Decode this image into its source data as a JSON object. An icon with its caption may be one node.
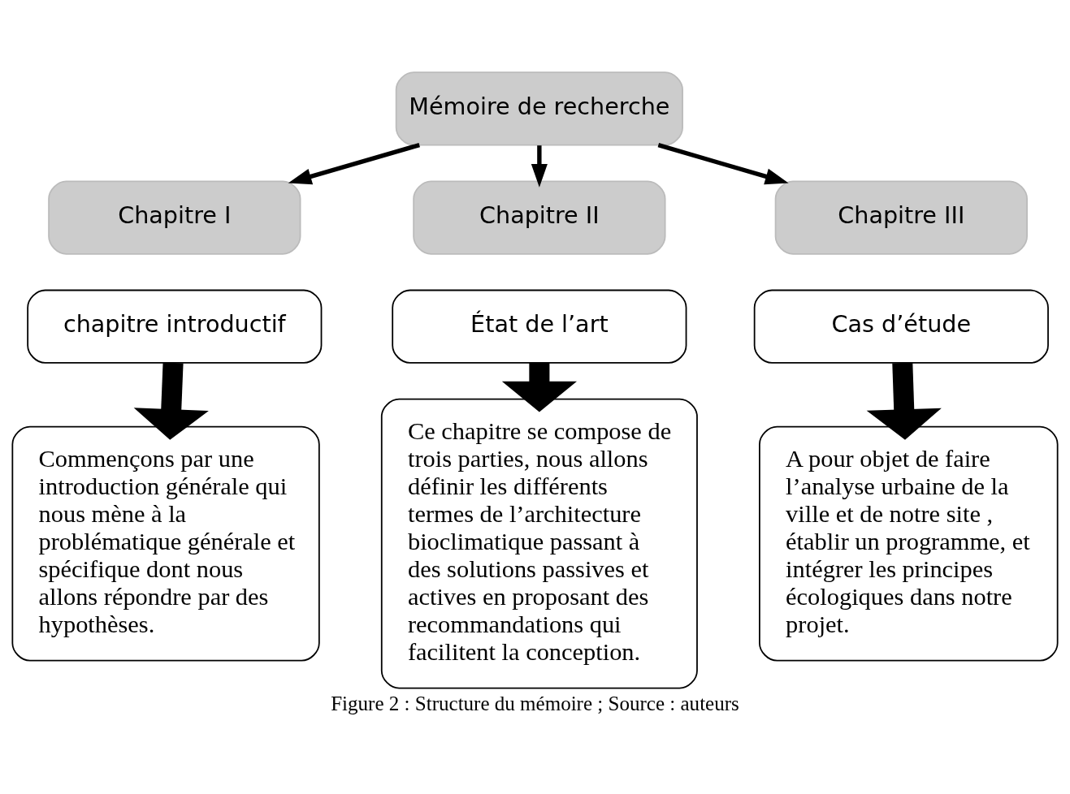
{
  "diagram": {
    "caption": "Figure 2 : Structure du mémoire ; Source : auteurs",
    "nodes": [
      {
        "text": [
          "Mémoire de recherche"
        ]
      },
      {
        "text": [
          "Chapitre I"
        ]
      },
      {
        "text": [
          "Chapitre II"
        ]
      },
      {
        "text": [
          "Chapitre III"
        ]
      },
      {
        "text": [
          "chapitre introductif"
        ]
      },
      {
        "text": [
          "État de l’art"
        ]
      },
      {
        "text": [
          "Cas d’étude"
        ]
      },
      {
        "text": [
          "Commençons par une introduction générale qui nous mène à la problématique générale et spécifique dont nous allons répondre par des hypothèses."
        ]
      },
      {
        "text": [
          "Ce chapitre se compose de trois parties, nous allons définir les différents termes de l’architecture bioclimatique passant à des solutions passives et actives en proposant des recommandations qui facilitent la conception."
        ]
      },
      {
        "text": [
          "A pour objet de faire l’analyse urbaine de la ville et de notre site , établir un programme, et intégrer les principes écologiques dans notre projet."
        ]
      }
    ],
    "edges": [
      {
        "from": 0,
        "to": 1,
        "arrow": "to"
      },
      {
        "from": 0,
        "to": 2,
        "arrow": "to"
      },
      {
        "from": 0,
        "to": 3,
        "arrow": "to"
      },
      {
        "from": 4,
        "to": 7,
        "arrow": "to",
        "style": "thick"
      },
      {
        "from": 5,
        "to": 8,
        "arrow": "to",
        "style": "thick"
      },
      {
        "from": 6,
        "to": 9,
        "arrow": "to",
        "style": "thick"
      }
    ]
  }
}
